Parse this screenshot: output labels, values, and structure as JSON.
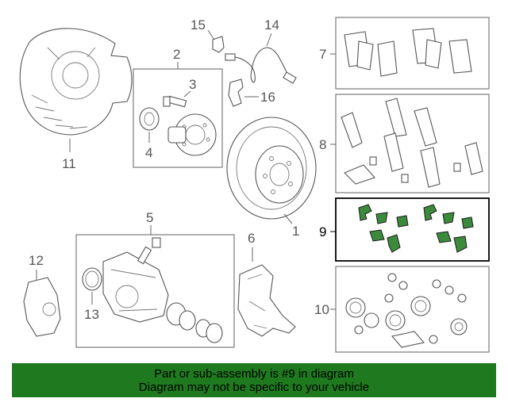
{
  "callouts": {
    "c1": "1",
    "c2": "2",
    "c3": "3",
    "c4": "4",
    "c5": "5",
    "c6": "6",
    "c7": "7",
    "c8": "8",
    "c9": "9",
    "c10": "10",
    "c11": "11",
    "c12": "12",
    "c13": "13",
    "c14": "14",
    "c15": "15",
    "c16": "16"
  },
  "highlighted_part": "9",
  "colors": {
    "highlight_green": "#3c8a3c",
    "banner_green": "#1f7a1f"
  },
  "banner": {
    "line1": "Part or sub-assembly is #9 in diagram",
    "line2": "Diagram may not be specific to your vehicle"
  }
}
